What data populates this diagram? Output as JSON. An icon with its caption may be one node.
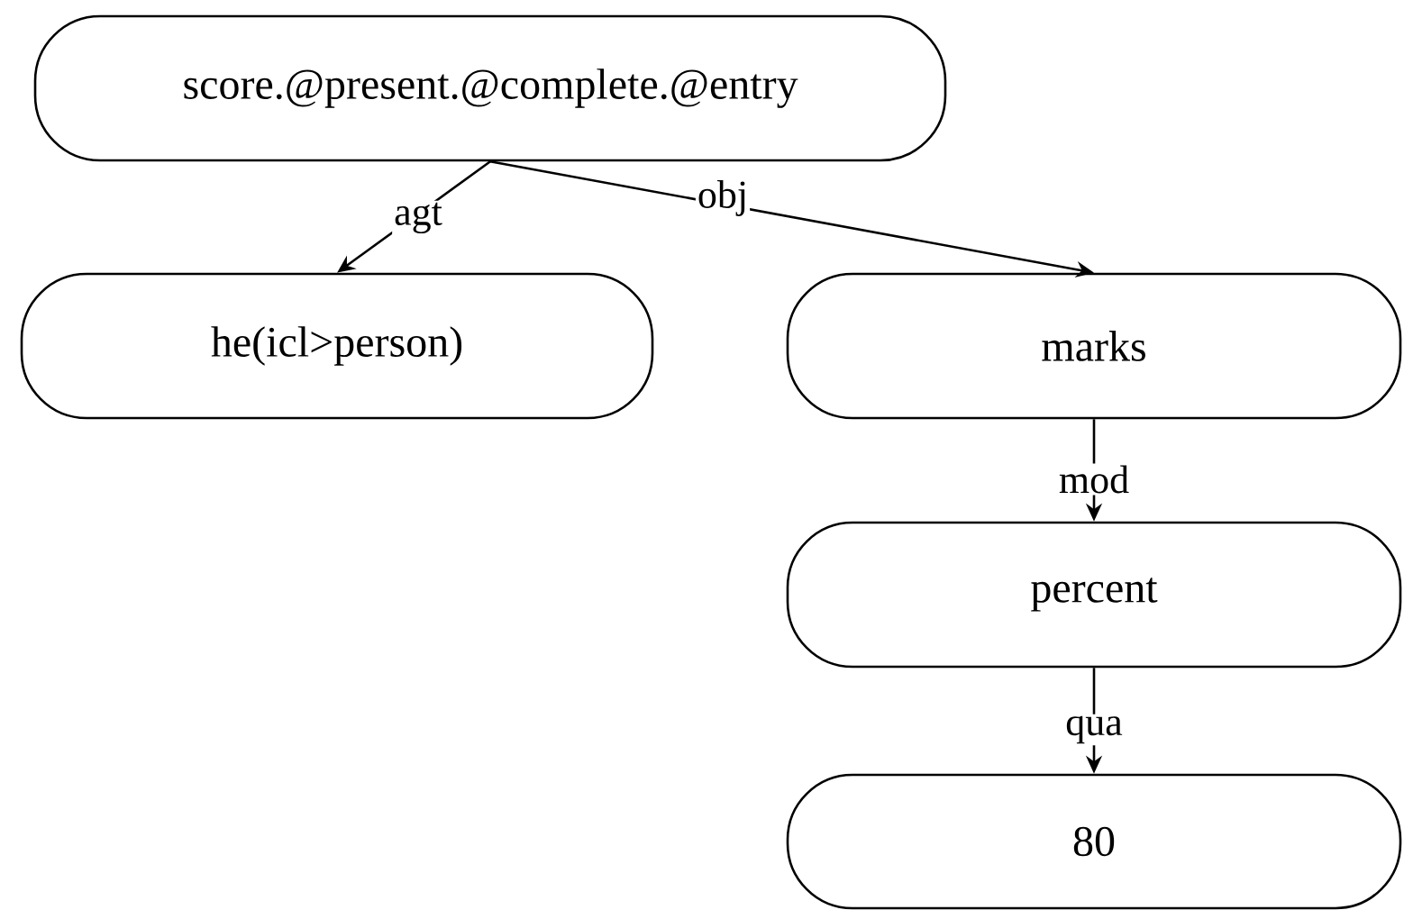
{
  "diagram": {
    "nodes": [
      {
        "text": [
          "score.@present.@complete.@entry"
        ]
      },
      {
        "text": [
          "he(icl>person)"
        ]
      },
      {
        "text": [
          "marks"
        ]
      },
      {
        "text": [
          "percent"
        ]
      },
      {
        "text": [
          "80"
        ]
      }
    ],
    "edges": [
      {
        "from": 0,
        "to": 1,
        "arrow": "to",
        "label": "agt"
      },
      {
        "from": 0,
        "to": 2,
        "arrow": "to",
        "label": "obj"
      },
      {
        "from": 2,
        "to": 3,
        "arrow": "to",
        "label": "mod"
      },
      {
        "from": 3,
        "to": 4,
        "arrow": "to",
        "label": "qua"
      }
    ]
  }
}
